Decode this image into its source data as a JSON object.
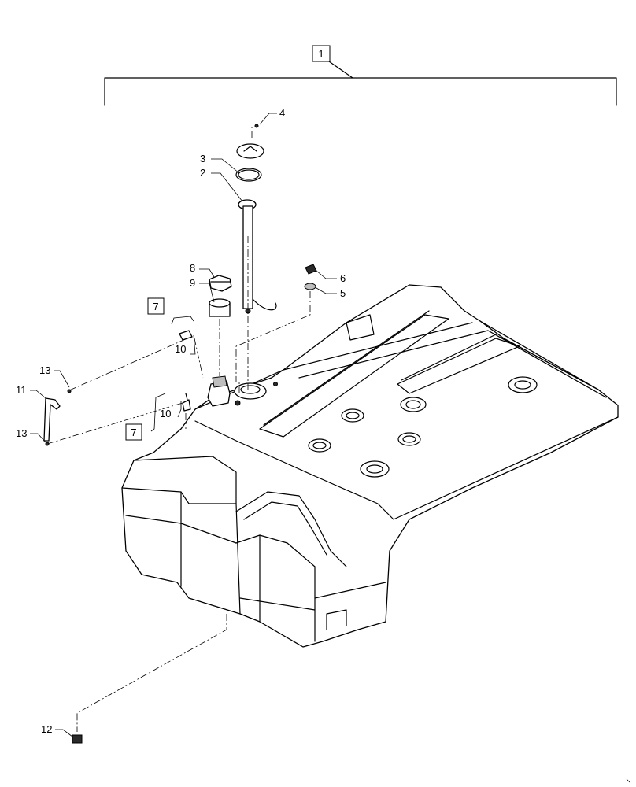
{
  "callouts": {
    "c1": "1",
    "c2": "2",
    "c3": "3",
    "c4": "4",
    "c5": "5",
    "c6": "6",
    "c7a": "7",
    "c7b": "7",
    "c8": "8",
    "c9": "9",
    "c10a": "10",
    "c10b": "10",
    "c11": "11",
    "c12": "12",
    "c13a": "13",
    "c13b": "13"
  }
}
